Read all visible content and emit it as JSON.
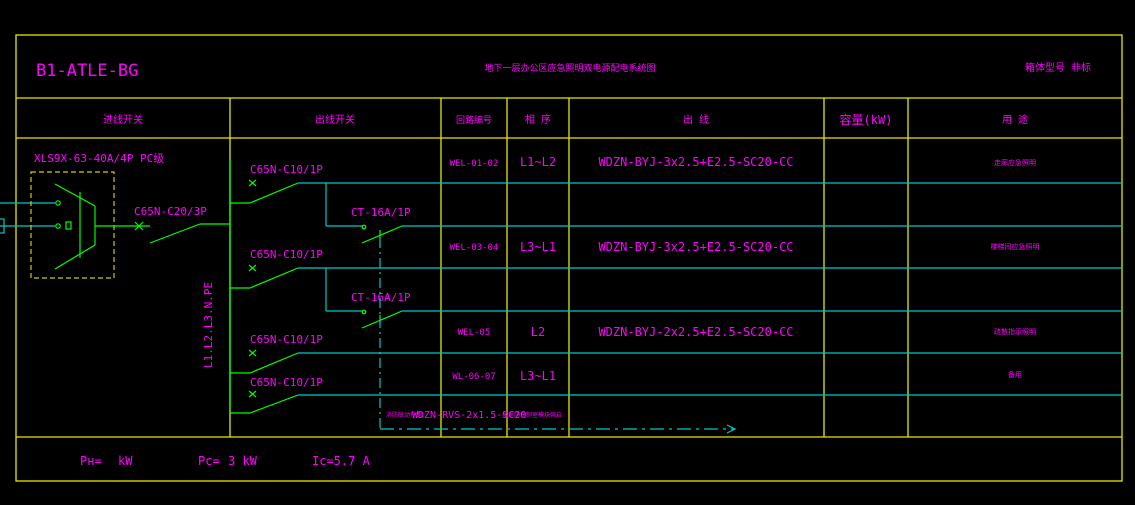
{
  "colors": {
    "background": "#000000",
    "frame": "#e8e800",
    "text_magenta": "#ff00ff",
    "wire_cyan": "#00c8c8",
    "switch_green": "#00ff00",
    "dashed_box": "#d8c800"
  },
  "header": {
    "panel_id": "B1-ATLE-BG",
    "title": "地下一层办公区应急照明双电源配电系统图",
    "right_note": "箱体型号 非标"
  },
  "columns": {
    "incoming_switch": "进线开关",
    "outgoing_switch": "出线开关",
    "circuit_no": "回路编号",
    "phase": "相 序",
    "cable": "出 线",
    "capacity": "容量(kW)",
    "usage": "用 途"
  },
  "incoming": {
    "ats_model": "XLS9X-63-40A/4P PC级",
    "main_breaker": "C65N-C20/3P",
    "bus_label": "L1.L2.L3.N.PE"
  },
  "branch_breakers": [
    "C65N-C10/1P",
    "C65N-C10/1P",
    "C65N-C10/1P",
    "C65N-C10/1P"
  ],
  "contactors": [
    "CT-16A/1P",
    "CT-16A/1P"
  ],
  "rows": [
    {
      "circuit": "WEL-01-02",
      "phase": "L1~L2",
      "cable": "WDZN-BYJ-3x2.5+E2.5-SC20-CC",
      "usage": "走廊应急照明"
    },
    {
      "circuit": "WEL-03-04",
      "phase": "L3~L1",
      "cable": "WDZN-BYJ-3x2.5+E2.5-SC20-CC",
      "usage": "楼梯间应急照明"
    },
    {
      "circuit": "WEL-05",
      "phase": "L2",
      "cable": "WDZN-BYJ-2x2.5+E2.5-SC20-CC",
      "usage": "疏散指示照明"
    },
    {
      "circuit": "WL-06-07",
      "phase": "L3~L1",
      "cable": "",
      "usage": "备用"
    }
  ],
  "control_line": {
    "prefix": "消防联动控制",
    "cable": "WDZN-RVS-2x1.5-SC20",
    "suffix": "接消防控制室模块强启"
  },
  "footer": {
    "pn_label": "Pн=",
    "pn_unit": "kW",
    "pc_label": "Pc=",
    "pc_value": "3 kW",
    "ic_label": "Ic=5.7 A"
  }
}
